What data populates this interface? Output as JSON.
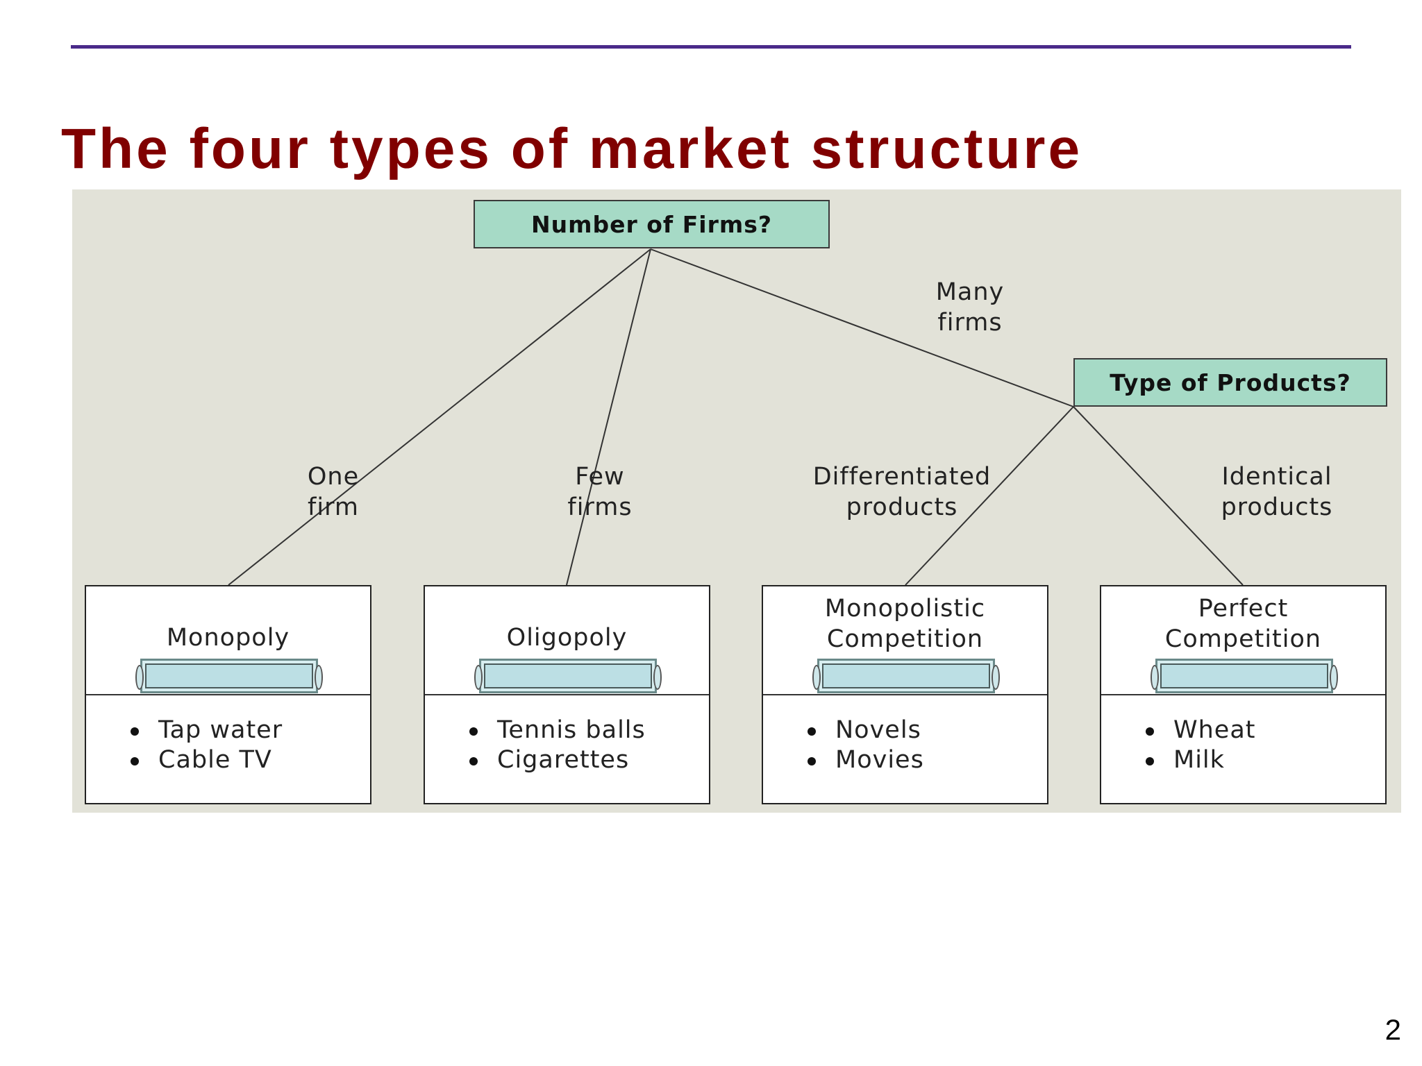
{
  "slide": {
    "title": "The four types of market structure",
    "page_number": "2"
  },
  "diagram": {
    "root_question": "Number of Firms?",
    "sub_question": "Type of Products?",
    "branch_labels": {
      "one_firm": [
        "One",
        "firm"
      ],
      "few_firms": [
        "Few",
        "firms"
      ],
      "many_firms": [
        "Many",
        "firms"
      ],
      "differentiated": [
        "Differentiated",
        "products"
      ],
      "identical": [
        "Identical",
        "products"
      ]
    },
    "markets": [
      {
        "name_lines": [
          "Monopoly"
        ],
        "examples": [
          "Tap water",
          "Cable TV"
        ]
      },
      {
        "name_lines": [
          "Oligopoly"
        ],
        "examples": [
          "Tennis balls",
          "Cigarettes"
        ]
      },
      {
        "name_lines": [
          "Monopolistic",
          "Competition"
        ],
        "examples": [
          "Novels",
          "Movies"
        ]
      },
      {
        "name_lines": [
          "Perfect",
          "Competition"
        ],
        "examples": [
          "Wheat",
          "Milk"
        ]
      }
    ]
  },
  "colors": {
    "title": "#800000",
    "top_rule": "#4a2a8a",
    "panel_background": "#e2e2d8",
    "question_box_fill": "#a6dac6",
    "name_plate_fill": "#bcdfe4"
  }
}
